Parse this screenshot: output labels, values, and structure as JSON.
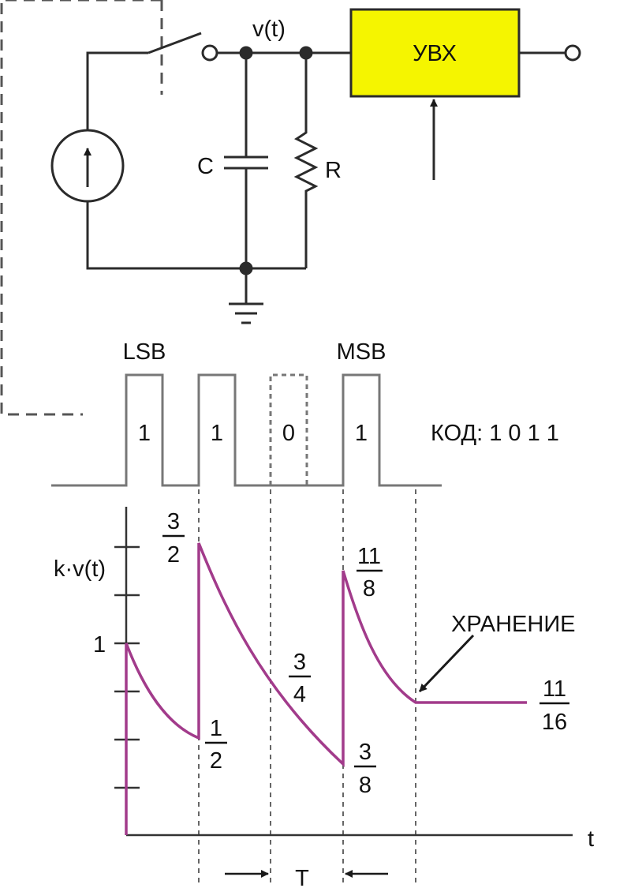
{
  "circuit": {
    "node_label": "v(t)",
    "capacitor_label": "C",
    "resistor_label": "R",
    "sample_hold_label": "УВХ"
  },
  "pulses": {
    "lsb_label": "LSB",
    "msb_label": "MSB",
    "bits": [
      "1",
      "1",
      "0",
      "1"
    ],
    "code_text": "КОД: 1 0 1 1"
  },
  "graph": {
    "y_axis_label": "k·v(t)",
    "x_axis_label": "t",
    "tick_one_label": "1",
    "period_label": "T",
    "hold_label": "ХРАНЕНИЕ",
    "fractions": [
      {
        "num": "3",
        "den": "2"
      },
      {
        "num": "1",
        "den": "2"
      },
      {
        "num": "3",
        "den": "4"
      },
      {
        "num": "11",
        "den": "8"
      },
      {
        "num": "3",
        "den": "8"
      },
      {
        "num": "11",
        "den": "16"
      }
    ]
  },
  "colors": {
    "wire": "#2b2b2b",
    "pulse_line": "#777777",
    "dashed": "#555555",
    "curve": "#a23b8b",
    "sample_hold_fill": "#f5f500"
  }
}
